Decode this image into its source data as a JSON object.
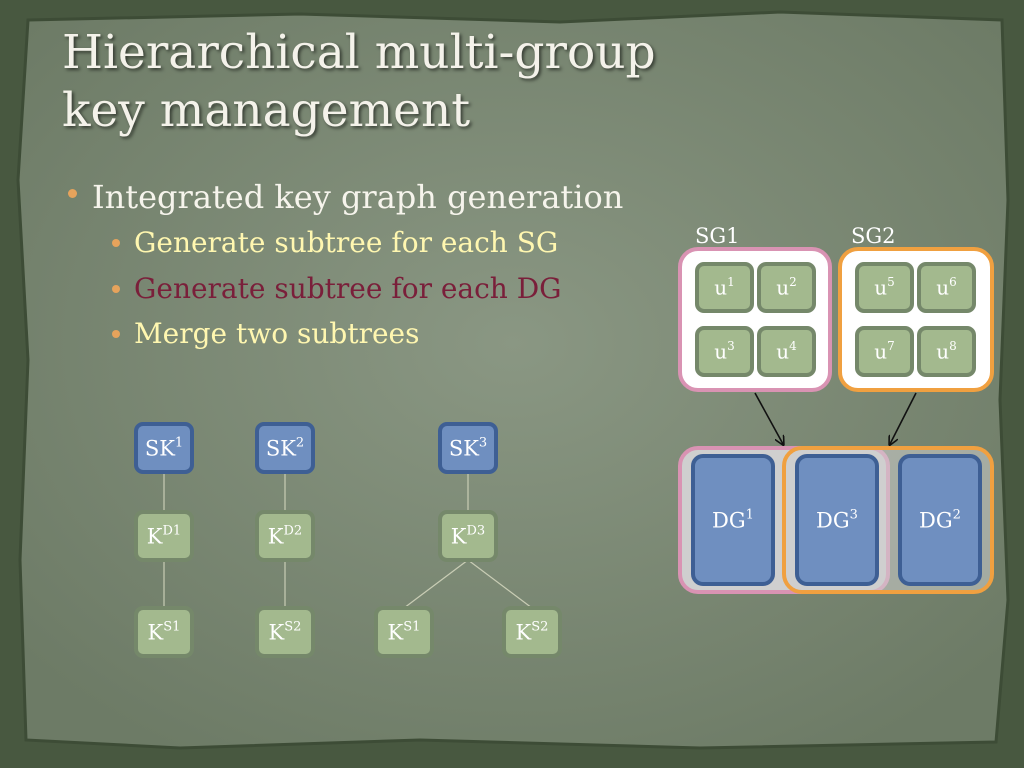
{
  "slide": {
    "title_line1": "Hierarchical multi-group",
    "title_line2": "key management",
    "bullets": [
      "Integrated key graph generation",
      "Generate subtree for each SG",
      "Generate subtree for each DG",
      "Merge two subtrees"
    ]
  },
  "trees": [
    {
      "root": "SK",
      "root_sup": "1",
      "mid": "K",
      "mid_sup": "D1",
      "leaves": [
        {
          "base": "K",
          "sup": "S1"
        }
      ]
    },
    {
      "root": "SK",
      "root_sup": "2",
      "mid": "K",
      "mid_sup": "D2",
      "leaves": [
        {
          "base": "K",
          "sup": "S2"
        }
      ]
    },
    {
      "root": "SK",
      "root_sup": "3",
      "mid": "K",
      "mid_sup": "D3",
      "leaves": [
        {
          "base": "K",
          "sup": "S1"
        },
        {
          "base": "K",
          "sup": "S2"
        }
      ]
    }
  ],
  "groups": {
    "sg1": {
      "label": "SG1",
      "users": [
        {
          "base": "u",
          "sup": "1"
        },
        {
          "base": "u",
          "sup": "2"
        },
        {
          "base": "u",
          "sup": "3"
        },
        {
          "base": "u",
          "sup": "4"
        }
      ]
    },
    "sg2": {
      "label": "SG2",
      "users": [
        {
          "base": "u",
          "sup": "5"
        },
        {
          "base": "u",
          "sup": "6"
        },
        {
          "base": "u",
          "sup": "7"
        },
        {
          "base": "u",
          "sup": "8"
        }
      ]
    },
    "dgs": [
      {
        "base": "DG",
        "sup": "1"
      },
      {
        "base": "DG",
        "sup": "3"
      },
      {
        "base": "DG",
        "sup": "2"
      }
    ]
  },
  "colors": {
    "blue_node": "#6f8fc0",
    "blue_border": "#3e5f94",
    "green_node": "#a3b98e",
    "green_border": "#75886a",
    "pink": "#d993b3",
    "orange": "#f0a040"
  }
}
